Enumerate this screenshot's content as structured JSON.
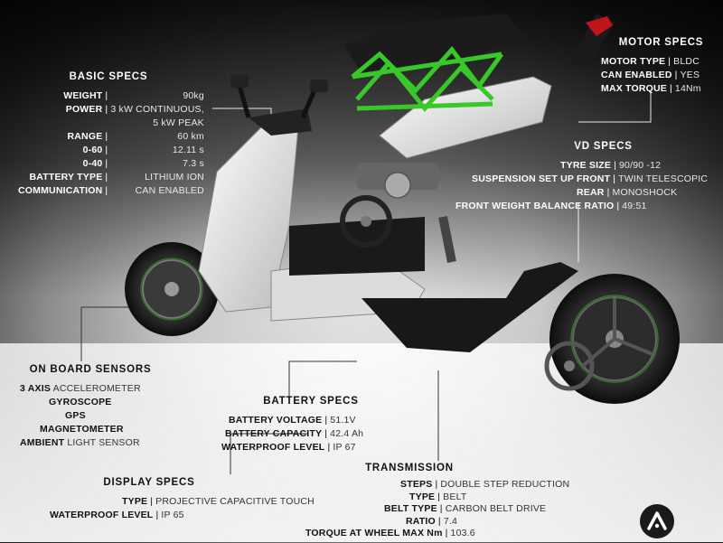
{
  "basic_specs": {
    "title": "BASIC SPECS",
    "rows": [
      {
        "k": "WEIGHT",
        "v": "90kg"
      },
      {
        "k": "POWER",
        "v": "3 kW CONTINUOUS,"
      },
      {
        "k": "",
        "v": "5 kW PEAK"
      },
      {
        "k": "RANGE",
        "v": "60 km"
      },
      {
        "k": "0-60",
        "v": "12.11 s"
      },
      {
        "k": "0-40",
        "v": "7.3 s"
      },
      {
        "k": "BATTERY TYPE",
        "v": "LITHIUM ION"
      },
      {
        "k": "COMMUNICATION",
        "v": "CAN ENABLED"
      }
    ]
  },
  "motor_specs": {
    "title": "MOTOR SPECS",
    "rows": [
      {
        "k": "MOTOR TYPE",
        "v": "BLDC"
      },
      {
        "k": "CAN ENABLED",
        "v": "YES"
      },
      {
        "k": "MAX TORQUE",
        "v": "14Nm"
      }
    ]
  },
  "vd_specs": {
    "title": "VD SPECS",
    "rows": [
      {
        "k": "TYRE SIZE",
        "v": "90/90 -12"
      },
      {
        "k": "SUSPENSION SET UP FRONT",
        "v": "TWIN TELESCOPIC"
      },
      {
        "k": "REAR",
        "v": "MONOSHOCK"
      },
      {
        "k": "FRONT WEIGHT BALANCE RATIO",
        "v": "49:51"
      }
    ]
  },
  "on_board_sensors": {
    "title": "ON BOARD SENSORS",
    "rows": [
      {
        "k": "3 AXIS",
        "v": "ACCELEROMETER"
      },
      {
        "k": "GYROSCOPE",
        "v": ""
      },
      {
        "k": "GPS",
        "v": ""
      },
      {
        "k": "MAGNETOMETER",
        "v": ""
      },
      {
        "k": "AMBIENT",
        "v": "LIGHT SENSOR"
      }
    ]
  },
  "battery_specs": {
    "title": "BATTERY SPECS",
    "rows": [
      {
        "k": "BATTERY VOLTAGE",
        "v": "51.1V"
      },
      {
        "k": "BATTERY CAPACITY",
        "v": "42.4 Ah"
      },
      {
        "k": "WATERPROOF LEVEL",
        "v": "IP 67"
      }
    ]
  },
  "display_specs": {
    "title": "DISPLAY SPECS",
    "rows": [
      {
        "k": "TYPE",
        "v": "PROJECTIVE CAPACITIVE TOUCH"
      },
      {
        "k": "WATERPROOF LEVEL",
        "v": "IP 65"
      }
    ]
  },
  "transmission": {
    "title": "TRANSMISSION",
    "rows": [
      {
        "k": "STEPS",
        "v": "DOUBLE STEP REDUCTION"
      },
      {
        "k": "TYPE",
        "v": "BELT"
      },
      {
        "k": "BELT TYPE",
        "v": "CARBON BELT DRIVE"
      },
      {
        "k": "RATIO",
        "v": "7.4"
      },
      {
        "k": "TORQUE AT WHEEL MAX Nm",
        "v": "103.6"
      }
    ]
  },
  "separator": "|",
  "colors": {
    "frame_green": "#39c829",
    "rear_red": "#c0141b",
    "body_white": "#e9e9e9",
    "body_dark": "#1c1c1c"
  },
  "icons": [
    "brand-logo-icon"
  ]
}
